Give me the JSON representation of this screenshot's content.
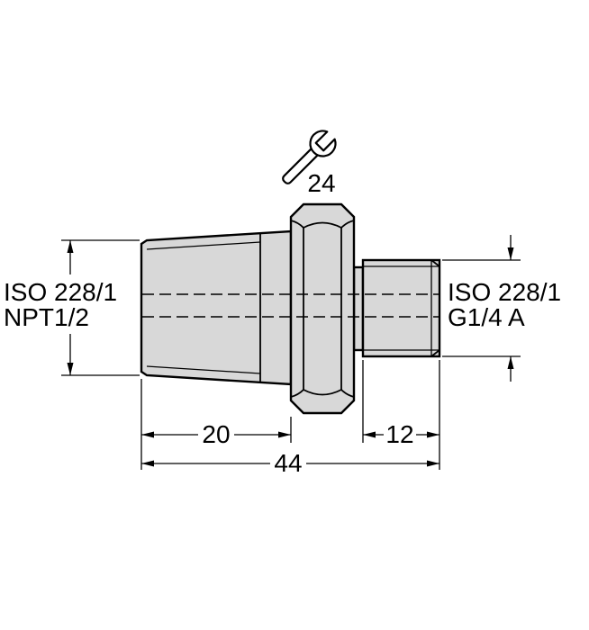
{
  "drawing": {
    "kind": "technical-drawing",
    "colors": {
      "part_fill": "#d8d8d8",
      "line": "#000000",
      "background": "#ffffff"
    },
    "wrench": {
      "icon": "open-end-wrench",
      "size": "24"
    },
    "left_thread": {
      "standard": "ISO 228/1",
      "designation": "NPT1/2"
    },
    "right_thread": {
      "standard": "ISO 228/1",
      "designation": "G1/4 A"
    },
    "dimensions": {
      "left_thread_length": "20",
      "right_thread_length": "12",
      "overall_length": "44"
    }
  }
}
